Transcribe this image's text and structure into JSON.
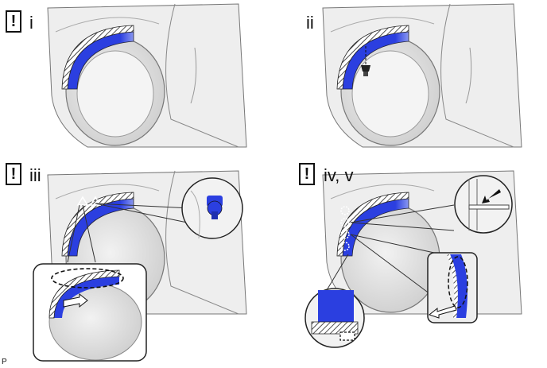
{
  "panels": [
    {
      "id": "i",
      "warning_symbol": "!",
      "label": "i",
      "has_warning": true
    },
    {
      "id": "ii",
      "warning_symbol": "",
      "label": "ii",
      "has_warning": false
    },
    {
      "id": "iii",
      "warning_symbol": "!",
      "label": "iii",
      "has_warning": true
    },
    {
      "id": "iv",
      "warning_symbol": "!",
      "label": "iv, v",
      "has_warning": true
    }
  ],
  "corner_code": "P",
  "colors": {
    "part_blue": "#2b3fe0",
    "body_gray": "#e6e6e6",
    "line": "#333333",
    "hatch": "#222222"
  },
  "icons": [
    "warning-icon",
    "clip-icon",
    "screw-icon",
    "arrow-icon",
    "magnify-callout-icon"
  ]
}
